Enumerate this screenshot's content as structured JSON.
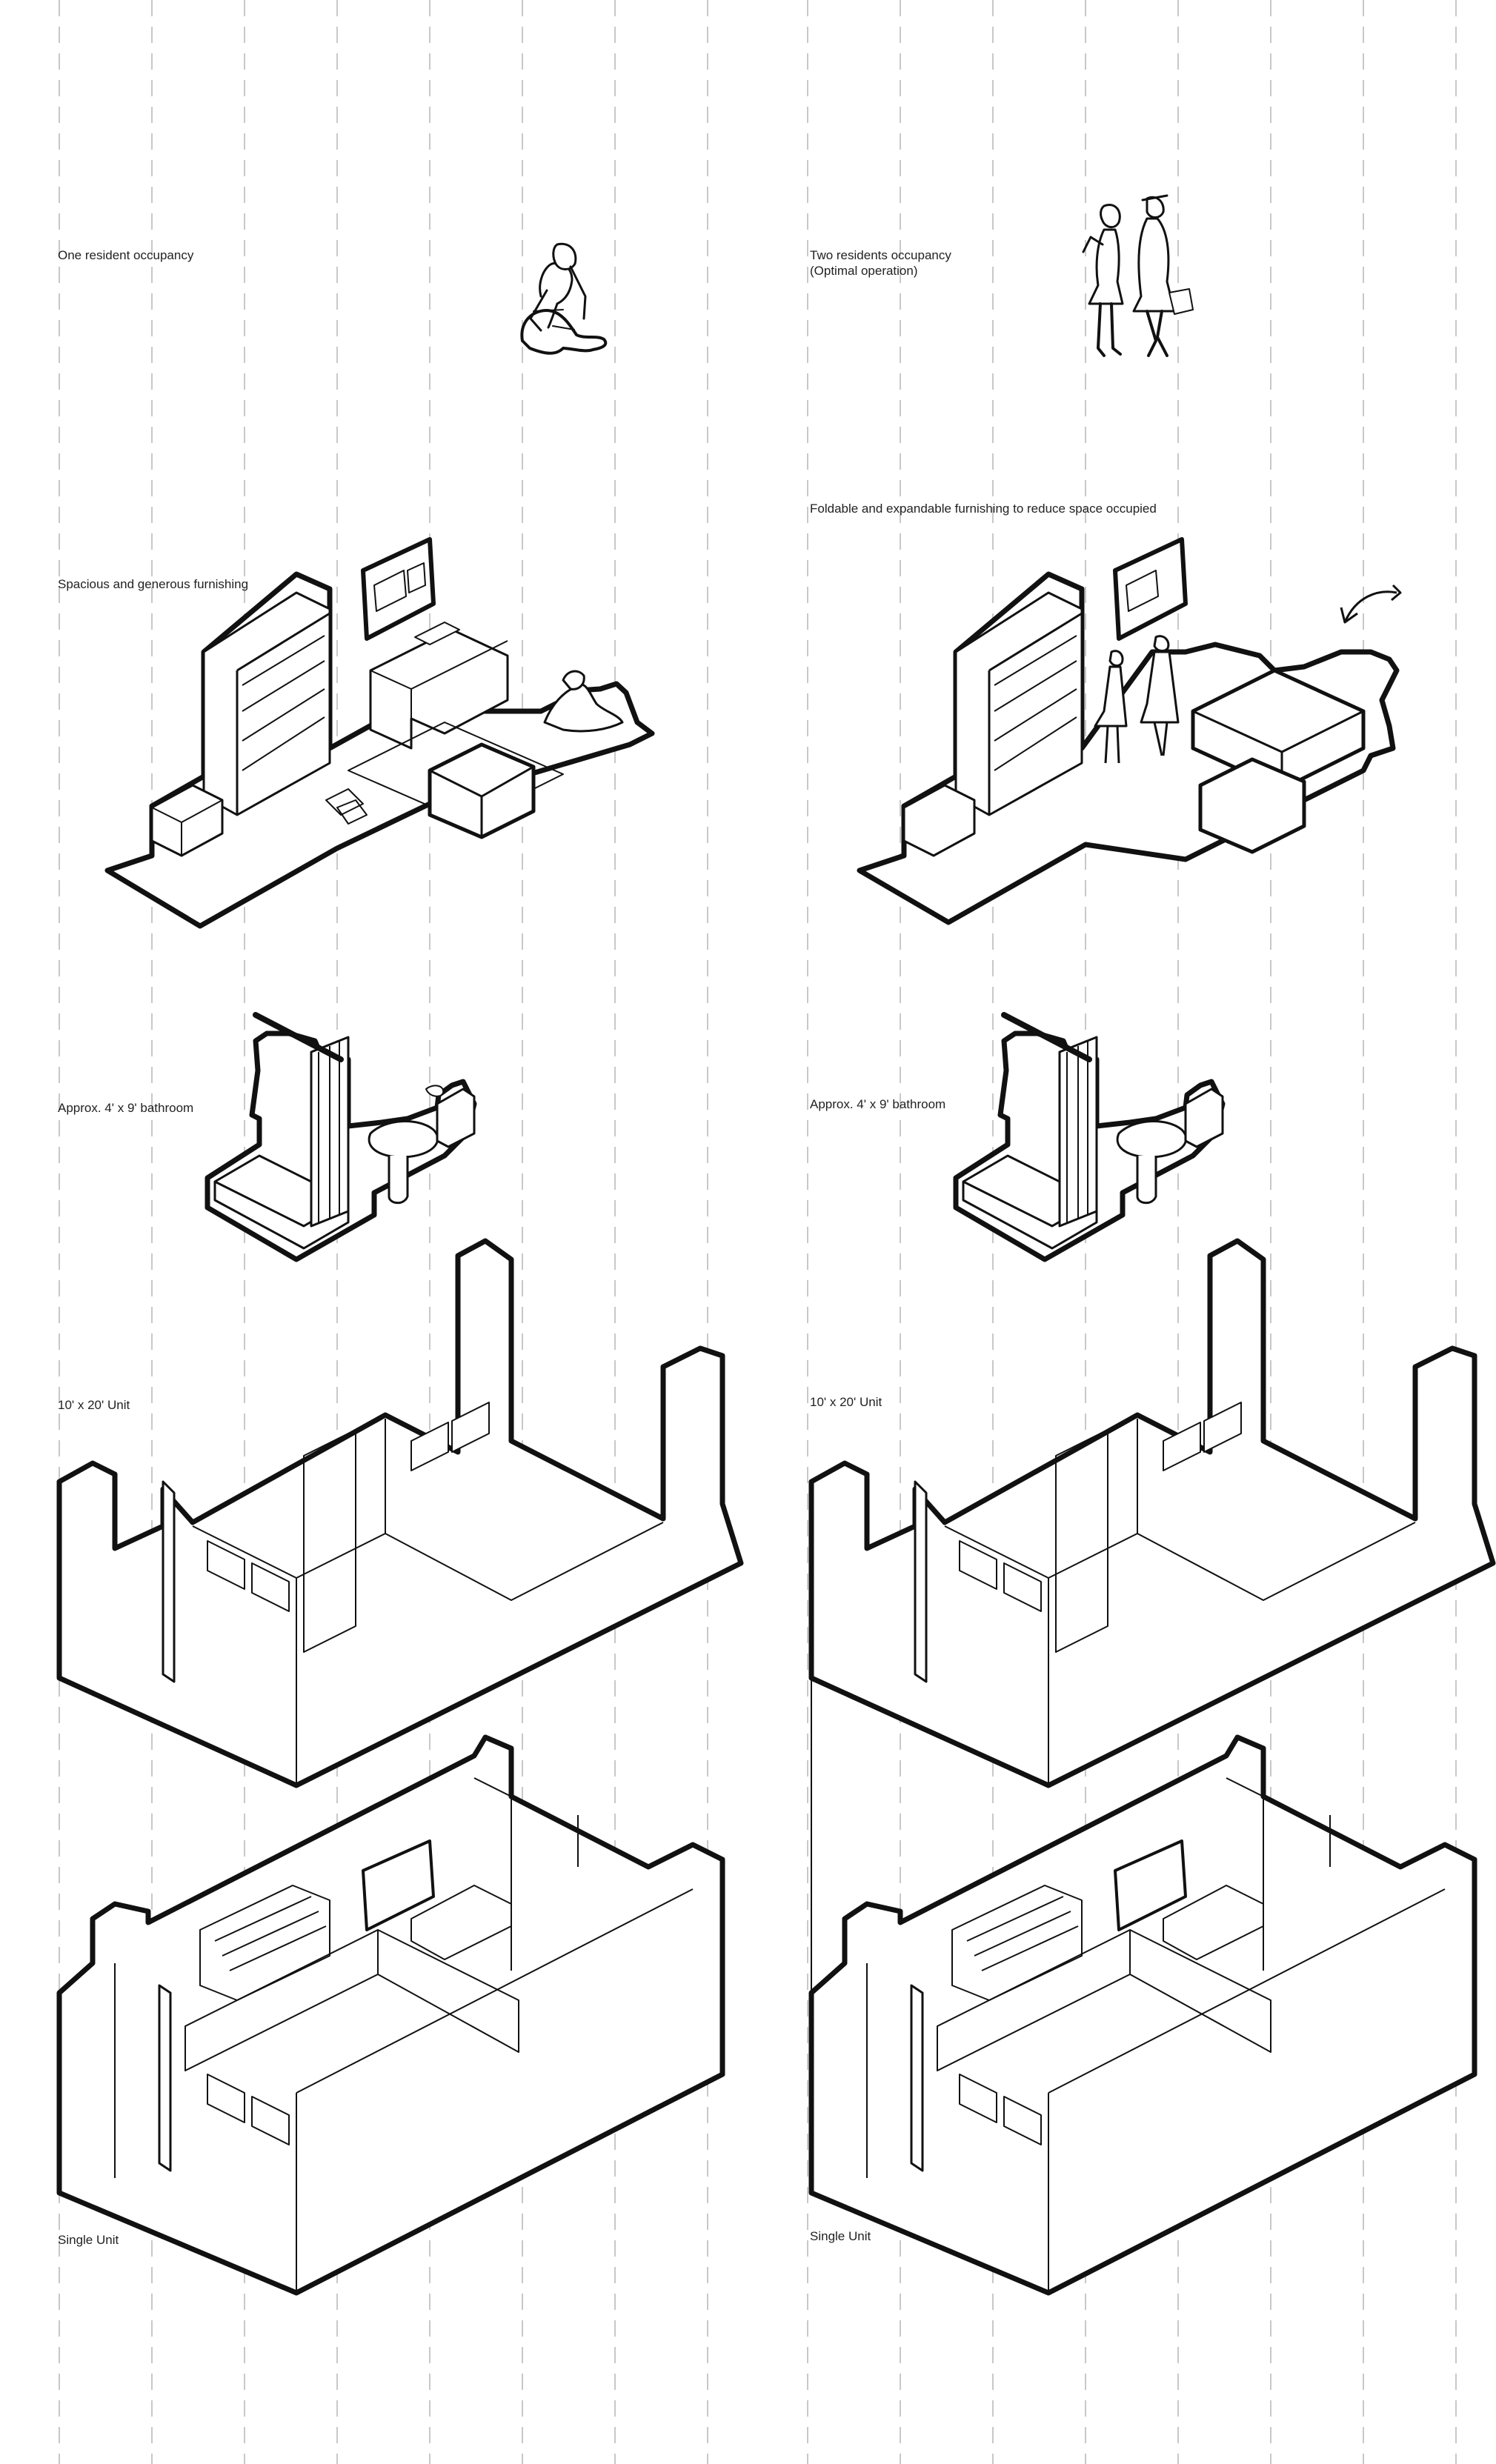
{
  "colors": {
    "line": "#111111",
    "guide": "#c8c8c8",
    "background": "#ffffff"
  },
  "left_column": {
    "occupancy_label": "One resident occupancy",
    "furnishing_label": "Spacious and generous furnishing",
    "bathroom_label": "Approx. 4' x 9' bathroom",
    "unit_label": "10' x 20' Unit",
    "single_unit_label": "Single Unit"
  },
  "right_column": {
    "occupancy_label": "Two residents occupancy",
    "occupancy_sublabel": "(Optimal operation)",
    "furnishing_label": "Foldable and expandable furnishing to reduce space occupied",
    "bathroom_label": "Approx. 4' x 9' bathroom",
    "unit_label": "10' x 20' Unit",
    "single_unit_label": "Single Unit"
  }
}
